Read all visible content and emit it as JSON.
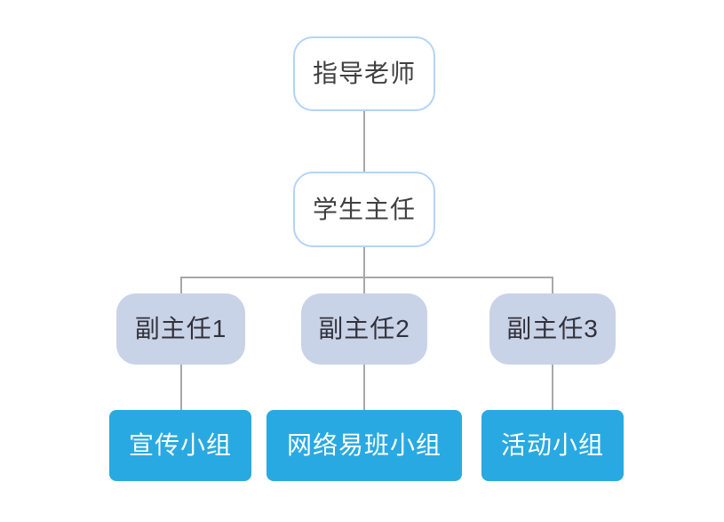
{
  "diagram": {
    "type": "org-chart",
    "direction": "top-down",
    "nodes": {
      "advisor": {
        "label": "指导老师",
        "level": 1,
        "parent": null,
        "style": "outline"
      },
      "director": {
        "label": "学生主任",
        "level": 2,
        "parent": "advisor",
        "style": "outline"
      },
      "deputy1": {
        "label": "副主任1",
        "level": 3,
        "parent": "director",
        "style": "filled-gray"
      },
      "deputy2": {
        "label": "副主任2",
        "level": 3,
        "parent": "director",
        "style": "filled-gray"
      },
      "deputy3": {
        "label": "副主任3",
        "level": 3,
        "parent": "director",
        "style": "filled-gray"
      },
      "group1": {
        "label": "宣传小组",
        "level": 4,
        "parent": "deputy1",
        "style": "filled-blue"
      },
      "group2": {
        "label": "网络易班小组",
        "level": 4,
        "parent": "deputy2",
        "style": "filled-blue"
      },
      "group3": {
        "label": "活动小组",
        "level": 4,
        "parent": "deputy3",
        "style": "filled-blue"
      }
    },
    "edges": [
      [
        "advisor",
        "director"
      ],
      [
        "director",
        "deputy1"
      ],
      [
        "director",
        "deputy2"
      ],
      [
        "director",
        "deputy3"
      ],
      [
        "deputy1",
        "group1"
      ],
      [
        "deputy2",
        "group2"
      ],
      [
        "deputy3",
        "group3"
      ]
    ]
  },
  "colors": {
    "canvas_bg": "#ffffff",
    "root_bg": "#ffffff",
    "root_border": "#b5d3f7",
    "root_text": "#404040",
    "mid_bg": "#c9d3e7",
    "mid_text": "#32323c",
    "leaf_bg": "#29a9e1",
    "leaf_text": "#ffffff",
    "connector": "#a8a8a8"
  }
}
